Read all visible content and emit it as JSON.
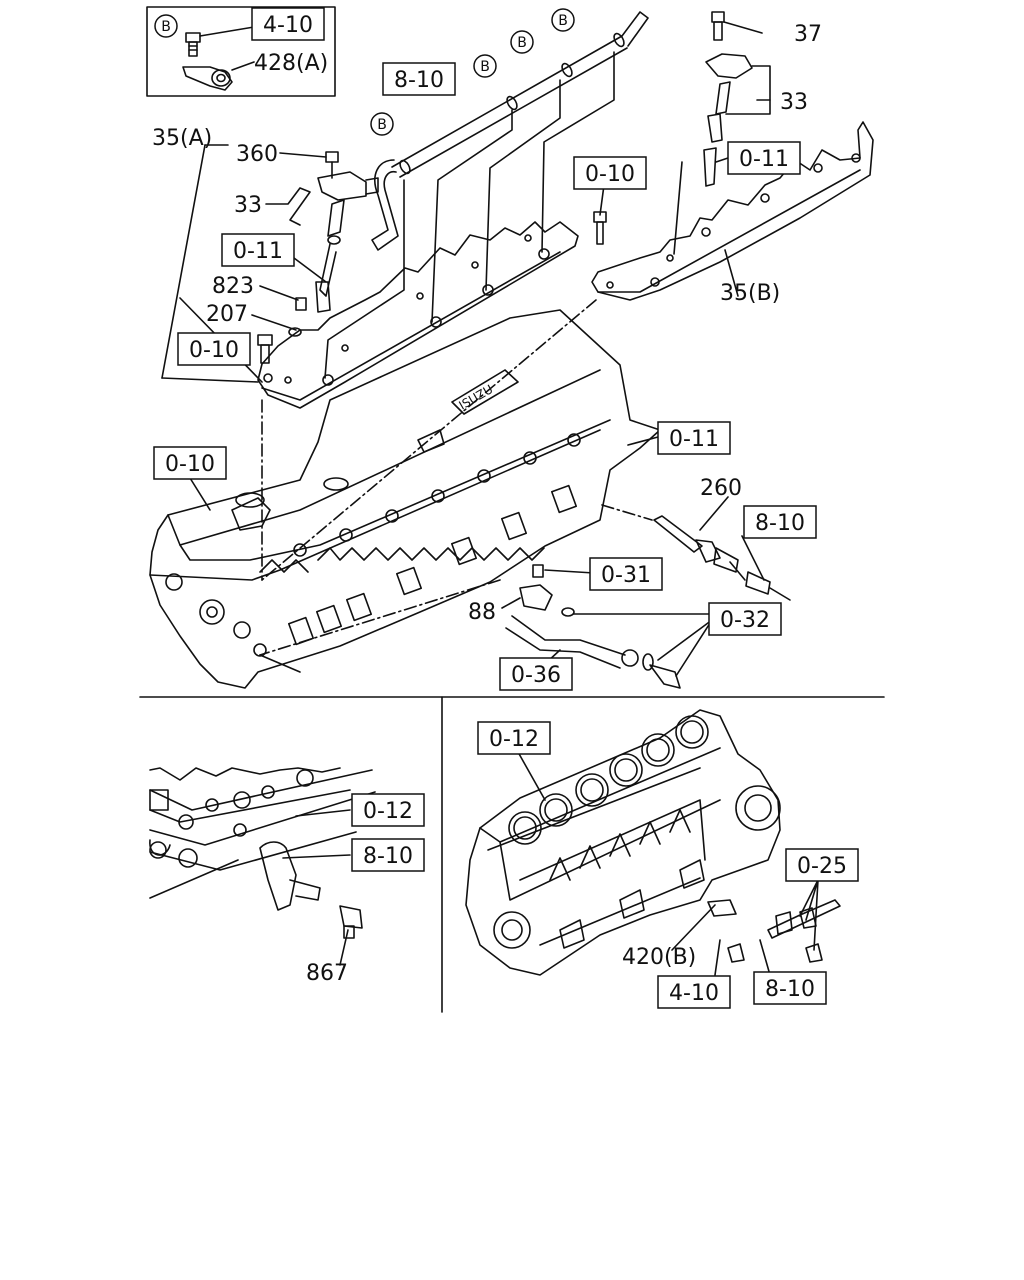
{
  "parts": {
    "p37": "37",
    "p33a": "33",
    "p33b": "33",
    "p35a": "35(A)",
    "p35b": "35(B)",
    "p360": "360",
    "p823": "823",
    "p207": "207",
    "p260": "260",
    "p88": "88",
    "p428a": "428(A)",
    "p867": "867",
    "p420b": "420(B)"
  },
  "refs": {
    "r410_inset": "4-10",
    "r810_top": "8-10",
    "r011_right": "0-11",
    "r010_mid": "0-10",
    "r011_left": "0-11",
    "r010_left": "0-10",
    "r010_head": "0-10",
    "r011_head": "0-11",
    "r810_sensor": "8-10",
    "r031": "0-31",
    "r032": "0-32",
    "r036": "0-36",
    "r012_left": "0-12",
    "r810_left": "8-10",
    "r012_right": "0-12",
    "r025": "0-25",
    "r410_bottom": "4-10",
    "r810_bottom": "8-10"
  },
  "markers": {
    "b_letter": "B"
  }
}
